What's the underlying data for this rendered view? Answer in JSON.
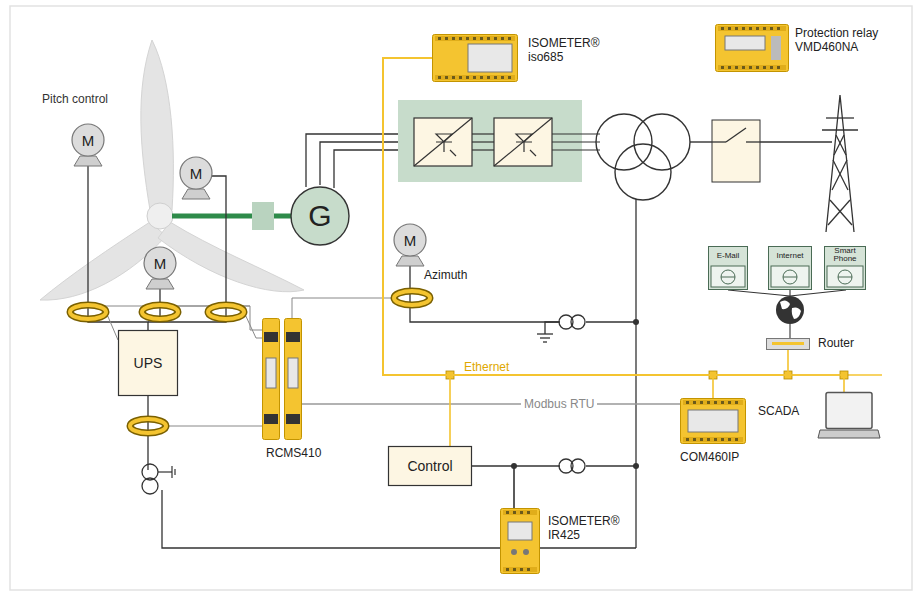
{
  "diagram": {
    "nodes": [
      {
        "text": [
          "ISOMETER® iso685"
        ]
      },
      {
        "text": [
          "Protection relay VMD460NA"
        ]
      },
      {
        "text": [
          "M"
        ]
      },
      {
        "text": [
          "M"
        ]
      },
      {
        "text": [
          "M"
        ]
      },
      {
        "text": [
          "G"
        ]
      },
      {
        "text": [
          "M",
          "Azimuth"
        ]
      },
      {
        "text": [
          "E-Mail"
        ]
      },
      {
        "text": [
          "Internet"
        ]
      },
      {
        "text": [
          "Smart Phone"
        ]
      },
      {
        "text": [
          "Router"
        ]
      },
      {
        "text": [
          "UPS"
        ]
      },
      {
        "text": [
          "RCMS410"
        ]
      },
      {
        "text": [
          "Control"
        ]
      },
      {
        "text": [
          "COM460IP"
        ]
      },
      {
        "text": [
          "SCADA"
        ]
      },
      {
        "text": [
          "ISOMETER® IR425"
        ]
      }
    ],
    "edges": [
      {
        "from": 12,
        "to": 14,
        "arrow": "none",
        "label": "Modbus RTU"
      },
      {
        "from": 13,
        "to": 16,
        "arrow": "none"
      },
      {
        "from": 0,
        "to": 13,
        "arrow": "none"
      },
      {
        "from": 0,
        "to": 14,
        "arrow": "none"
      },
      {
        "from": 0,
        "to": 15,
        "arrow": "none"
      },
      {
        "from": 10,
        "to": 0,
        "arrow": "none"
      }
    ],
    "labels": [
      "Pitch control",
      "Ethernet"
    ]
  }
}
